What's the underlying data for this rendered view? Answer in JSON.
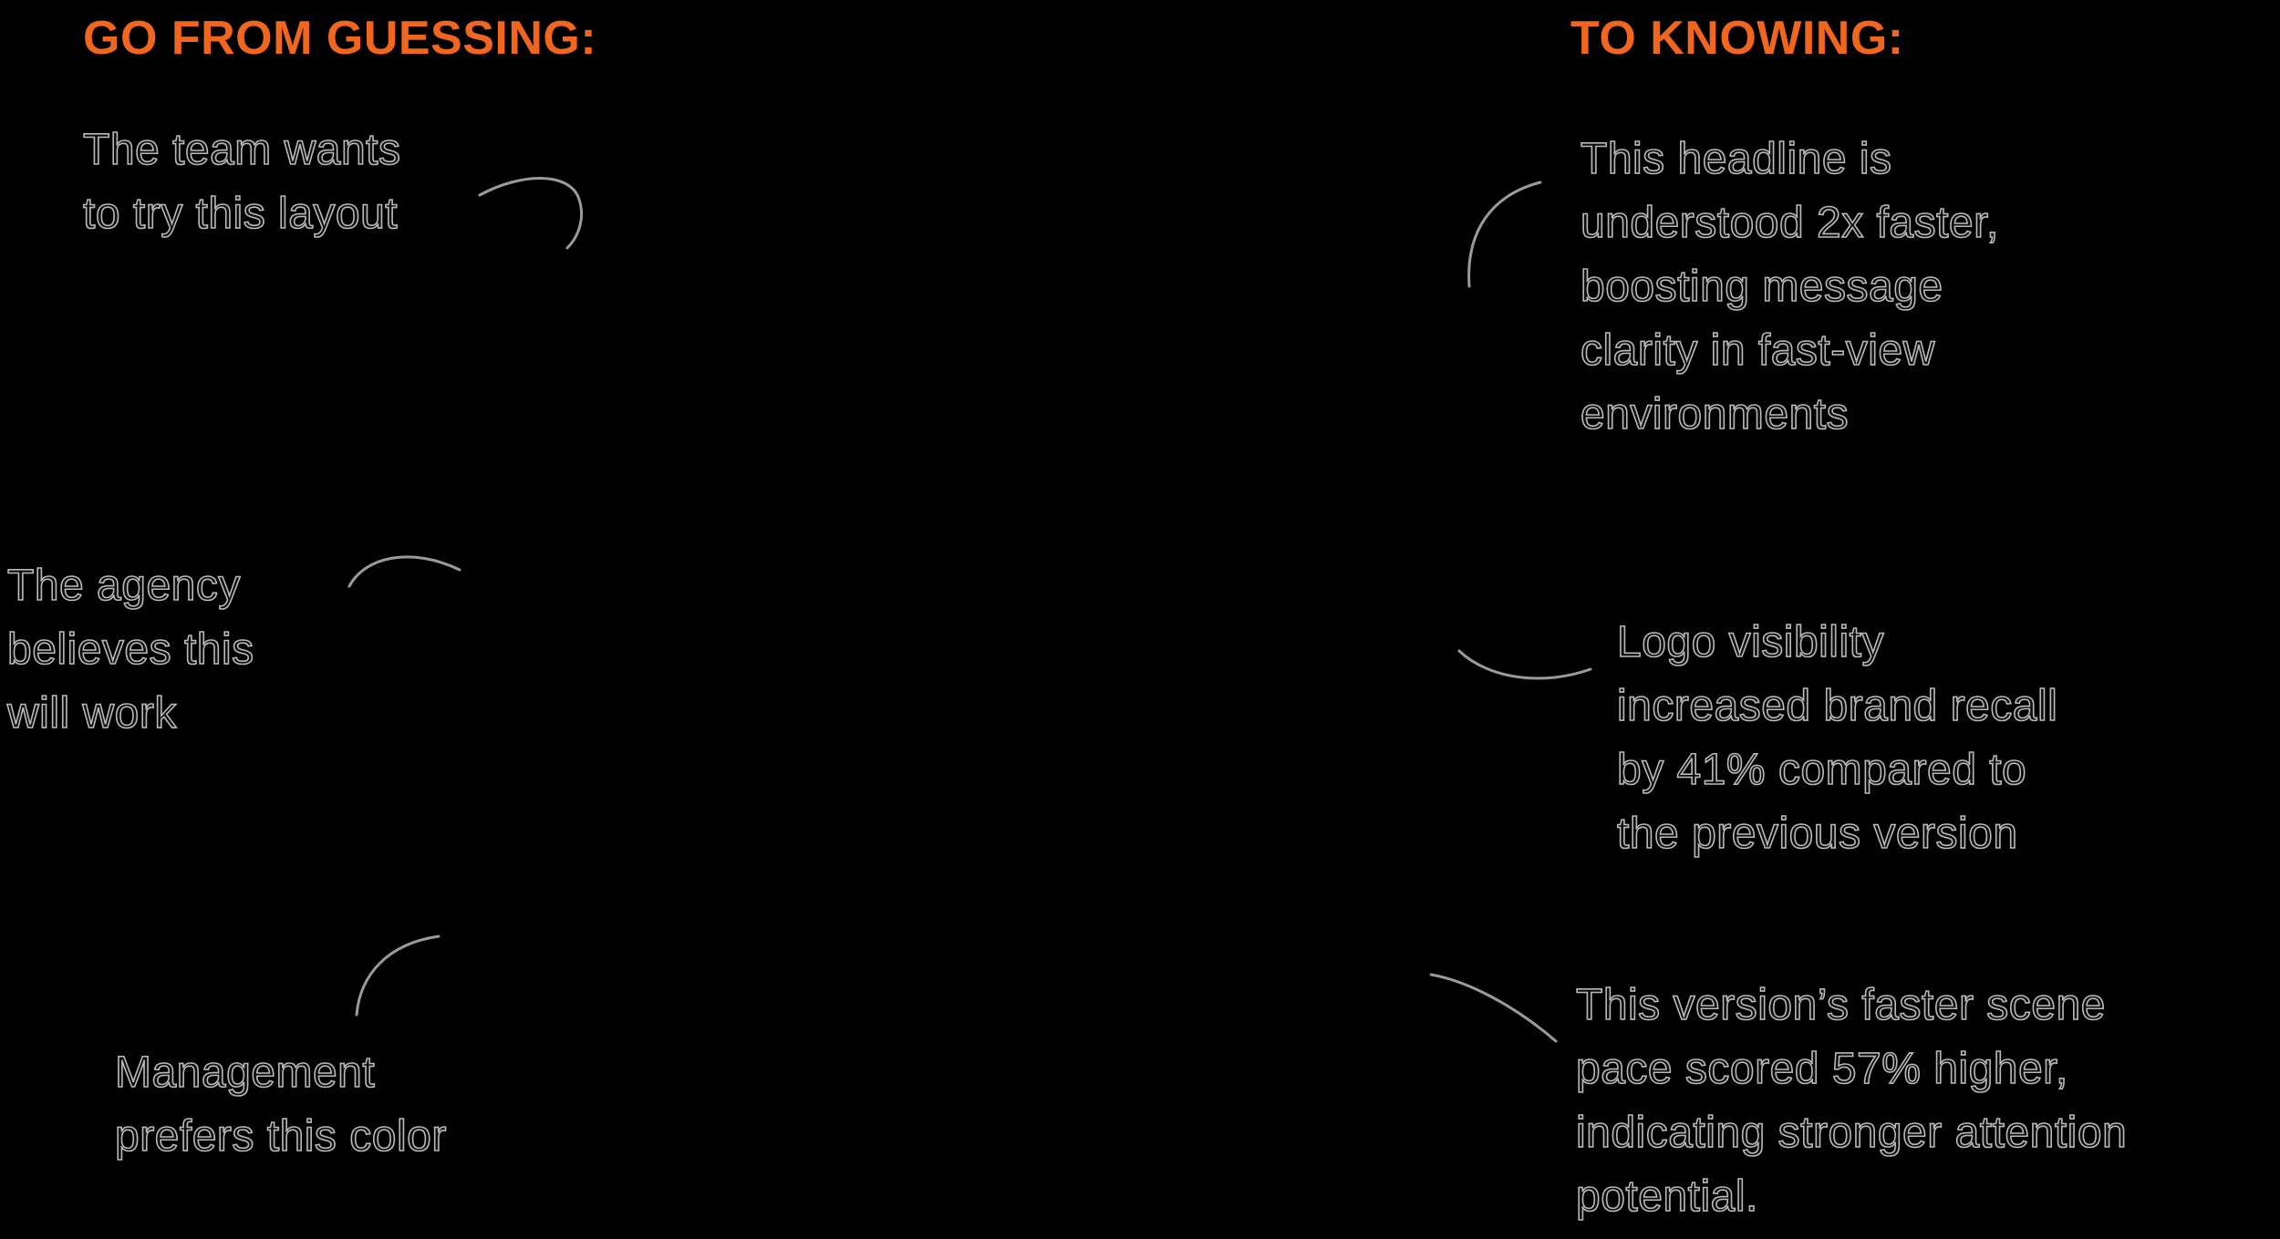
{
  "graphic": {
    "left": {
      "heading": "GO FROM GUESSING:",
      "items": [
        {
          "text": "The team wants\nto try this layout"
        },
        {
          "text": "The agency\nbelieves this\nwill work"
        },
        {
          "text": "Management\nprefers this color"
        }
      ]
    },
    "right": {
      "heading": "TO KNOWING:",
      "items": [
        {
          "text": "This headline is\nunderstood 2x faster,\nboosting message\nclarity in fast-view\nenvironments"
        },
        {
          "text": "Logo visibility\nincreased brand recall\nby 41% compared to\nthe previous version"
        },
        {
          "text": "This version’s faster scene\npace scored 57% higher,\nindicating stronger attention\npotential."
        }
      ]
    },
    "connectors": [
      {
        "name": "curve-from-team-note"
      },
      {
        "name": "curve-from-agency-note"
      },
      {
        "name": "curve-from-management-note"
      },
      {
        "name": "curve-to-headline-note"
      },
      {
        "name": "curve-to-logo-note"
      },
      {
        "name": "curve-to-scene-pace-note"
      }
    ]
  },
  "colors": {
    "background": "#000000",
    "accent_orange": "#F0661F",
    "outline_gray": "#b9b9b9",
    "curve_gray": "#9b9b9b",
    "text_fill": "#0c0c0c"
  }
}
